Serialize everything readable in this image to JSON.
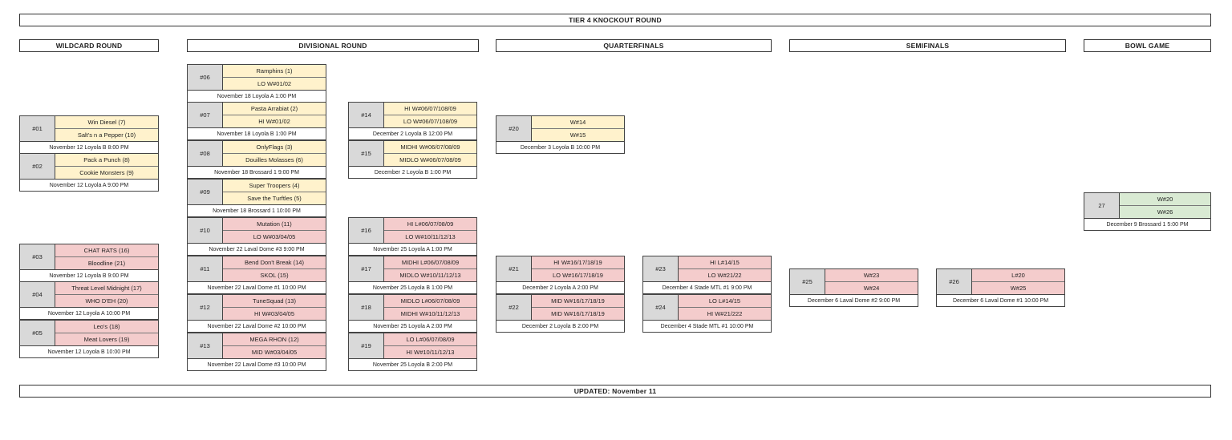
{
  "header": {
    "title": "TIER 4 KNOCKOUT ROUND"
  },
  "footer": {
    "updated": "UPDATED: November 11"
  },
  "rounds": {
    "wildcard": "WILDCARD ROUND",
    "divisional": "DIVISIONAL ROUND",
    "quarterfinals": "QUARTERFINALS",
    "semifinals": "SEMIFINALS",
    "bowl": "BOWL GAME"
  },
  "matches": {
    "m01": {
      "num": "#01",
      "team1": "Win Diesel (7)",
      "team2": "Salt's n a Pepper (10)",
      "info": "November 12 Loyola B 8:00 PM",
      "color": "#fff2cc"
    },
    "m02": {
      "num": "#02",
      "team1": "Pack a Punch (8)",
      "team2": "Cookie Monsters (9)",
      "info": "November 12 Loyola A 9:00 PM",
      "color": "#fff2cc"
    },
    "m03": {
      "num": "#03",
      "team1": "CHAT RATS (16)",
      "team2": "Bloodline (21)",
      "info": "November 12 Loyola B 9:00 PM",
      "color": "#f4cccc"
    },
    "m04": {
      "num": "#04",
      "team1": "Threat Level Midnight (17)",
      "team2": "WHO D'EH (20)",
      "info": "November 12 Loyola A 10:00 PM",
      "color": "#f4cccc"
    },
    "m05": {
      "num": "#05",
      "team1": "Leo's (18)",
      "team2": "Meat Lovers (19)",
      "info": "November 12 Loyola B 10:00 PM",
      "color": "#f4cccc"
    },
    "m06": {
      "num": "#06",
      "team1": "Ramphins (1)",
      "team2": "LO W#01/02",
      "info": "November 18 Loyola A 1:00 PM",
      "color": "#fff2cc"
    },
    "m07": {
      "num": "#07",
      "team1": "Pasta Arrabiat (2)",
      "team2": "HI W#01/02",
      "info": "November 18 Loyola B 1:00 PM",
      "color": "#fff2cc"
    },
    "m08": {
      "num": "#08",
      "team1": "OnlyFlags (3)",
      "team2": "Douilles Molasses (6)",
      "info": "November 18 Brossard 1 9:00 PM",
      "color": "#fff2cc"
    },
    "m09": {
      "num": "#09",
      "team1": "Super Troopers (4)",
      "team2": "Save the Turftles (5)",
      "info": "November 18 Brossard 1 10:00 PM",
      "color": "#fff2cc"
    },
    "m10": {
      "num": "#10",
      "team1": "Mutation (11)",
      "team2": "LO W#03/04/05",
      "info": "November 22 Laval Dome #3 9:00 PM",
      "color": "#f4cccc"
    },
    "m11": {
      "num": "#11",
      "team1": "Bend Don't Break (14)",
      "team2": "SKOL (15)",
      "info": "November 22 Laval Dome #1 10:00 PM",
      "color": "#f4cccc"
    },
    "m12": {
      "num": "#12",
      "team1": "TuneSquad (13)",
      "team2": "HI W#03/04/05",
      "info": "November 22 Laval Dome #2 10:00 PM",
      "color": "#f4cccc"
    },
    "m13": {
      "num": "#13",
      "team1": "MEGA RHON (12)",
      "team2": "MID W#03/04/05",
      "info": "November 22 Laval Dome #3 10:00 PM",
      "color": "#f4cccc"
    },
    "m14": {
      "num": "#14",
      "team1": "HI W#06/07/108/09",
      "team2": "LO W#06/07/108/09",
      "info": "December 2 Loyola B 12:00 PM",
      "color": "#fff2cc"
    },
    "m15": {
      "num": "#15",
      "team1": "MIDHI W#06/07/08/09",
      "team2": "MIDLO W#06/07/08/09",
      "info": "December 2 Loyola B 1:00 PM",
      "color": "#fff2cc"
    },
    "m16": {
      "num": "#16",
      "team1": "HI L#06/07/08/09",
      "team2": "LO W#10/11/12/13",
      "info": "November 25 Loyola A 1:00 PM",
      "color": "#f4cccc"
    },
    "m17": {
      "num": "#17",
      "team1": "MIDHI L#06/07/08/09",
      "team2": "MIDLO W#10/11/12/13",
      "info": "November 25 Loyola B 1:00 PM",
      "color": "#f4cccc"
    },
    "m18": {
      "num": "#18",
      "team1": "MIDLO L#06/07/08/09",
      "team2": "MIDHI W#10/11/12/13",
      "info": "November 25 Loyola A 2:00 PM",
      "color": "#f4cccc"
    },
    "m19": {
      "num": "#19",
      "team1": "LO L#06/07/08/09",
      "team2": "HI W#10/11/12/13",
      "info": "November 25 Loyola B 2:00 PM",
      "color": "#f4cccc"
    },
    "m20": {
      "num": "#20",
      "team1": "W#14",
      "team2": "W#15",
      "info": "December 3 Loyola B 10:00 PM",
      "color": "#fff2cc"
    },
    "m21": {
      "num": "#21",
      "team1": "HI W#16/17/18/19",
      "team2": "LO W#16/17/18/19",
      "info": "December 2  Loyola A 2:00 PM",
      "color": "#f4cccc"
    },
    "m22": {
      "num": "#22",
      "team1": "MID W#16/17/18/19",
      "team2": "MID W#16/17/18/19",
      "info": "December 2 Loyola B 2:00 PM",
      "color": "#f4cccc"
    },
    "m23": {
      "num": "#23",
      "team1": "HI L#14/15",
      "team2": "LO W#21/22",
      "info": "December 4 Stade MTL #1 9:00 PM",
      "color": "#f4cccc"
    },
    "m24": {
      "num": "#24",
      "team1": "LO L#14/15",
      "team2": "HI W#21/222",
      "info": "December 4 Stade MTL #1 10:00 PM",
      "color": "#f4cccc"
    },
    "m25": {
      "num": "#25",
      "team1": "W#23",
      "team2": "W#24",
      "info": "December 6 Laval Dome #2 9:00 PM",
      "color": "#f4cccc"
    },
    "m26": {
      "num": "#26",
      "team1": "L#20",
      "team2": "W#25",
      "info": "December 6 Laval Dome #1 10:00 PM",
      "color": "#f4cccc"
    },
    "m27": {
      "num": "27",
      "team1": "W#20",
      "team2": "W#26",
      "info": "December 9 Brossard 1 5:00 PM",
      "color": "#d9ead3"
    }
  }
}
